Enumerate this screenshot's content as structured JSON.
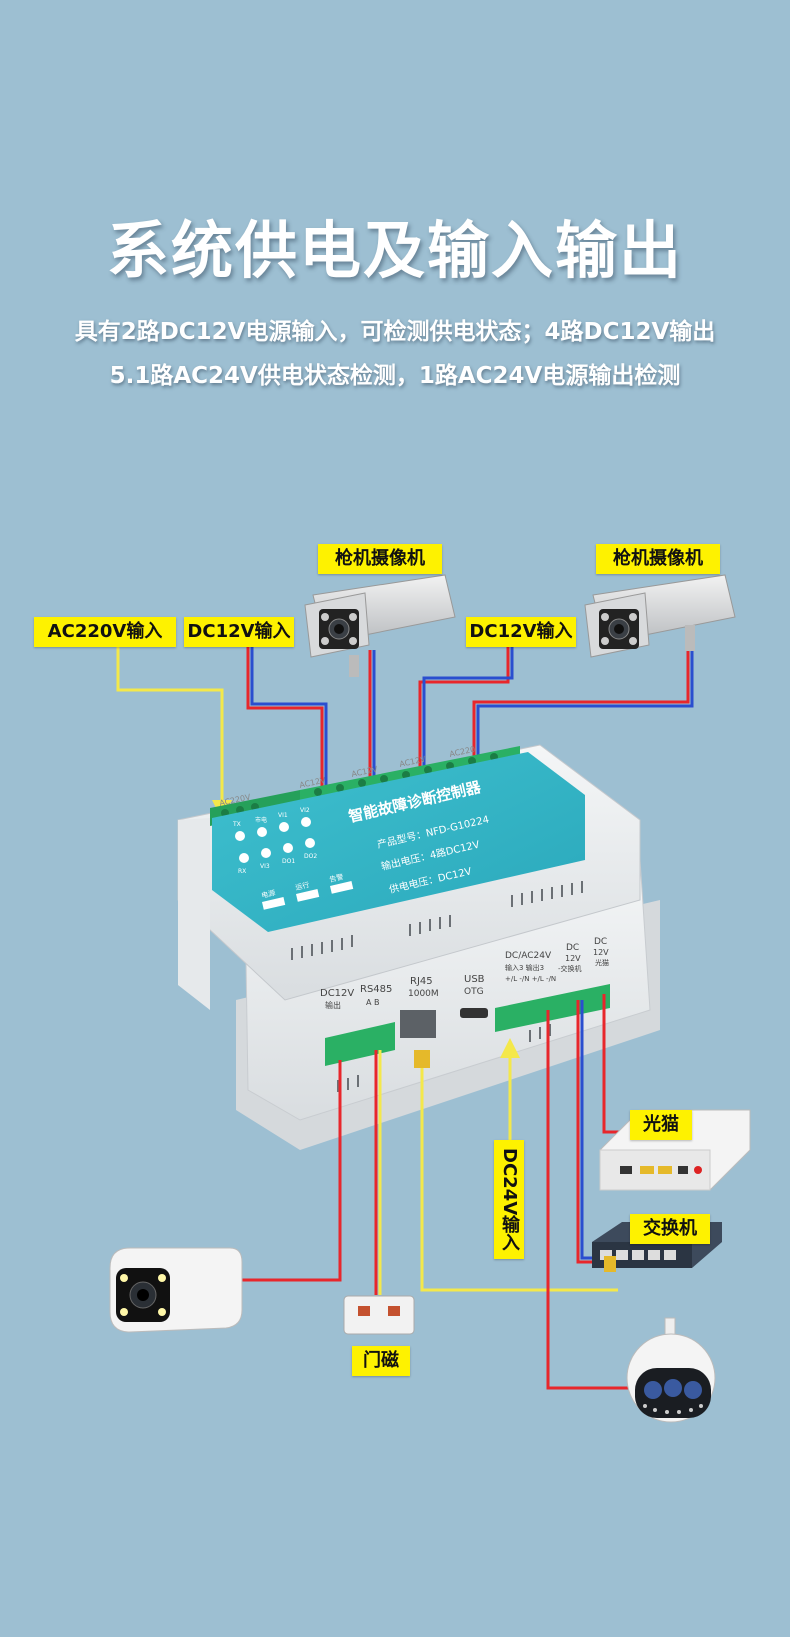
{
  "header": {
    "title": "系统供电及输入输出",
    "subtitle_line1": "具有2路DC12V电源输入，可检测供电状态；4路DC12V输出",
    "subtitle_line2": "5.1路AC24V供电状态检测，1路AC24V电源输出检测"
  },
  "labels": {
    "camera_left": "枪机摄像机",
    "camera_right": "枪机摄像机",
    "ac220_in": "AC220V输入",
    "dc12_in_left": "DC12V输入",
    "dc12_in_right": "DC12V输入",
    "modem": "光猫",
    "switch": "交换机",
    "door_sensor": "门磁",
    "dc24_in": "DC24V输入"
  },
  "device": {
    "name": "智能故障诊断控制器",
    "model_line": "产品型号：NFD-G10224",
    "output_line": "输出电压：4路DC12V",
    "supply_line": "供电电压：DC12V",
    "indicators_top": [
      "TX",
      "市电",
      "VI1",
      "VI2"
    ],
    "indicators_bottom": [
      "RX",
      "VI3",
      "DO1",
      "DO2"
    ],
    "buttons": [
      "电源",
      "运行",
      "告警"
    ],
    "top_terminals": [
      "AC220V",
      "AC12V",
      "AC12V",
      "AC12V",
      "AC220"
    ],
    "ports": {
      "dc12_out": "DC12V",
      "dc12_out_sub": "输出",
      "rs485": "RS485",
      "rs485_pins": "A    B",
      "rj45": "RJ45",
      "rj45_sub": "1000M",
      "usb": "USB",
      "usb_sub": "OTG",
      "dcac24": "DC/AC24V",
      "dcac24_sub": "输入3  输出3",
      "dcac24_pins": "+/L  -/N +/L  -/N",
      "dc12_a": "DC",
      "dc12_a_sub": "12V",
      "dc12_a_sub2": "-交换机",
      "dc12_b": "DC",
      "dc12_b_sub": "12V",
      "dc12_b_sub2": "光猫"
    }
  },
  "colors": {
    "background": "#9dbfd2",
    "label_yellow": "#fef200",
    "device_panel": "#35b7c8",
    "wire_red": "#e8262b",
    "wire_blue": "#2a4ecf",
    "wire_yellow": "#f4e84a"
  }
}
